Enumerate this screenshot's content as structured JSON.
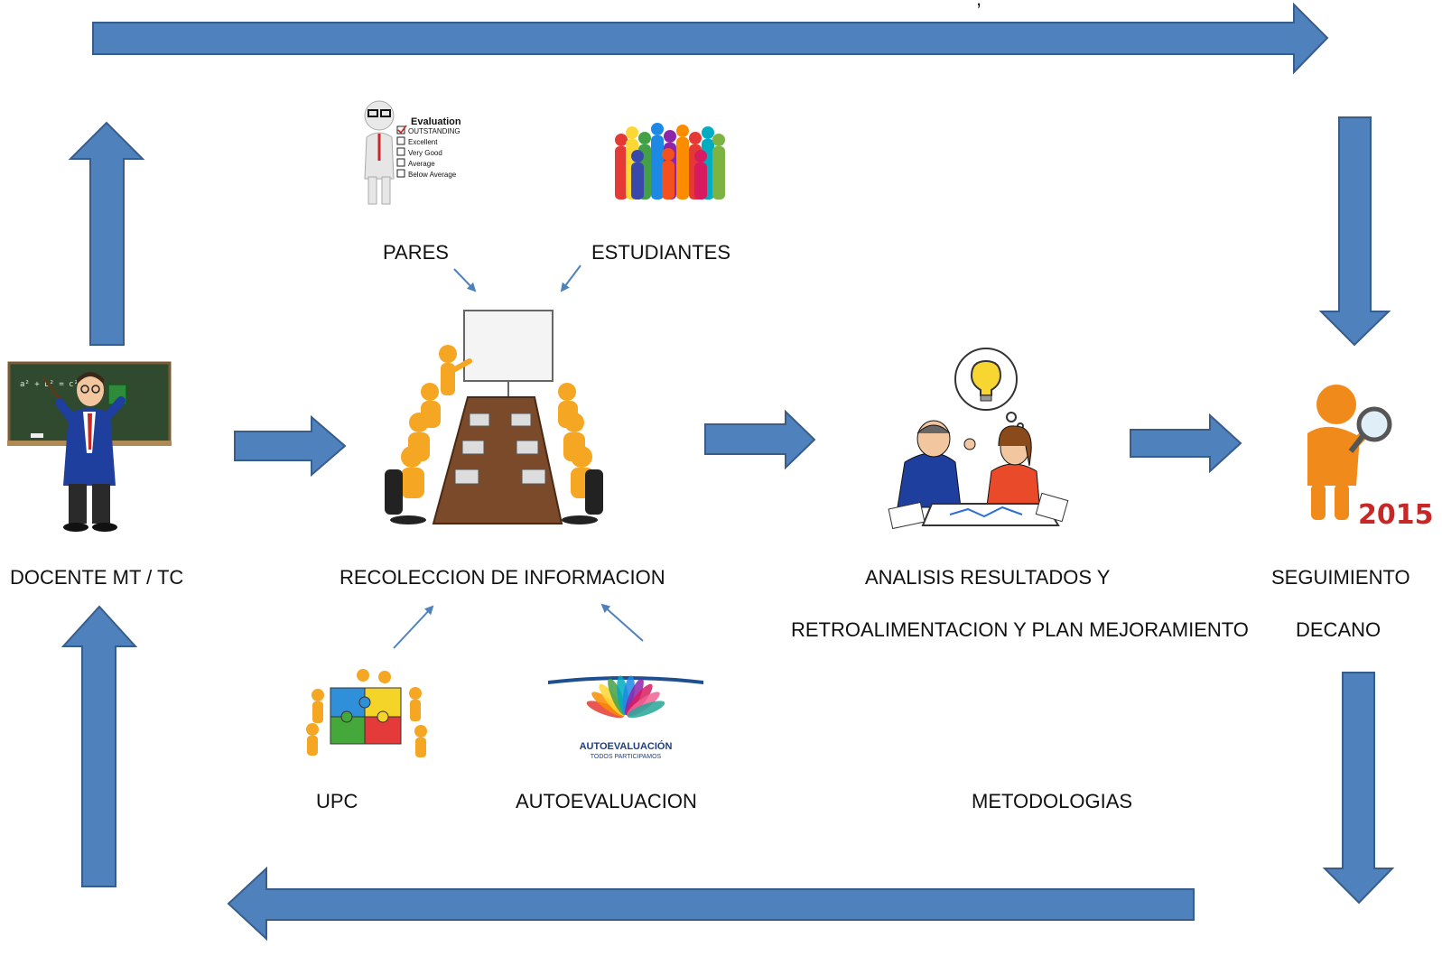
{
  "labels": {
    "docente": "DOCENTE MT / TC",
    "recoleccion": "RECOLECCION DE INFORMACION",
    "analisis_1": "ANALISIS RESULTADOS Y",
    "analisis_2": "RETROALIMENTACION Y PLAN MEJORAMIENTO",
    "seguimiento_1": "SEGUIMIENTO",
    "seguimiento_2": "DECANO",
    "pares": "PARES",
    "estudiantes": "ESTUDIANTES",
    "upc": "UPC",
    "autoevaluacion": "AUTOEVALUACION",
    "metodologias": "METODOLOGIAS",
    "top_cut": ","
  },
  "evaluation_card": {
    "title": "Evaluation",
    "items": [
      "OUTSTANDING",
      "Excellent",
      "Very Good",
      "Average",
      "Below Average"
    ],
    "checked_index": 0
  },
  "autoevaluacion_logo": {
    "title": "AUTOEVALUACIÓN",
    "subtitle": "TODOS PARTICIPAMOS"
  },
  "seguimiento_badge": "2015",
  "blackboard_formula": "a² + b² = c²",
  "colors": {
    "arrow_fill": "#4f81bd",
    "arrow_stroke": "#385d8a",
    "thin_arrow": "#4f81bd",
    "figure_orange": "#f5a623",
    "badge_red": "#c62828",
    "chalkboard": "#2f4a2f",
    "teacher_suit": "#1e3f9e"
  }
}
